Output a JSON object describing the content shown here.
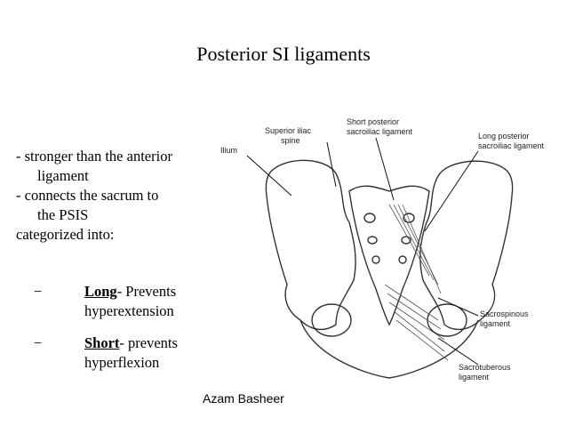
{
  "slide": {
    "title": "Posterior SI ligaments",
    "bullets": [
      {
        "line1": "- stronger than the anterior",
        "line2": "ligament"
      },
      {
        "line1": "- connects the sacrum to",
        "line2": "the PSIS"
      },
      {
        "line1": "categorized into:",
        "line2": ""
      }
    ],
    "sub_items": [
      {
        "dash": "−",
        "term": "Long",
        "rest": "- Prevents",
        "line2": "hyperextension"
      },
      {
        "dash": "−",
        "term": "Short",
        "rest": "- prevents",
        "line2": "hyperflexion"
      }
    ],
    "footer": "Azam Basheer"
  },
  "figure": {
    "labels": {
      "ilium": "Ilium",
      "superior_iliac_spine": [
        "Superior iliac",
        "spine"
      ],
      "short_posterior": [
        "Short posterior",
        "sacroiliac ligament"
      ],
      "long_posterior": [
        "Long posterior",
        "sacroiliac ligament"
      ],
      "sacrospinous": [
        "Sacrospinous",
        "ligament"
      ],
      "sacrotuberous": [
        "Sacrotuberous",
        "ligament"
      ]
    }
  }
}
